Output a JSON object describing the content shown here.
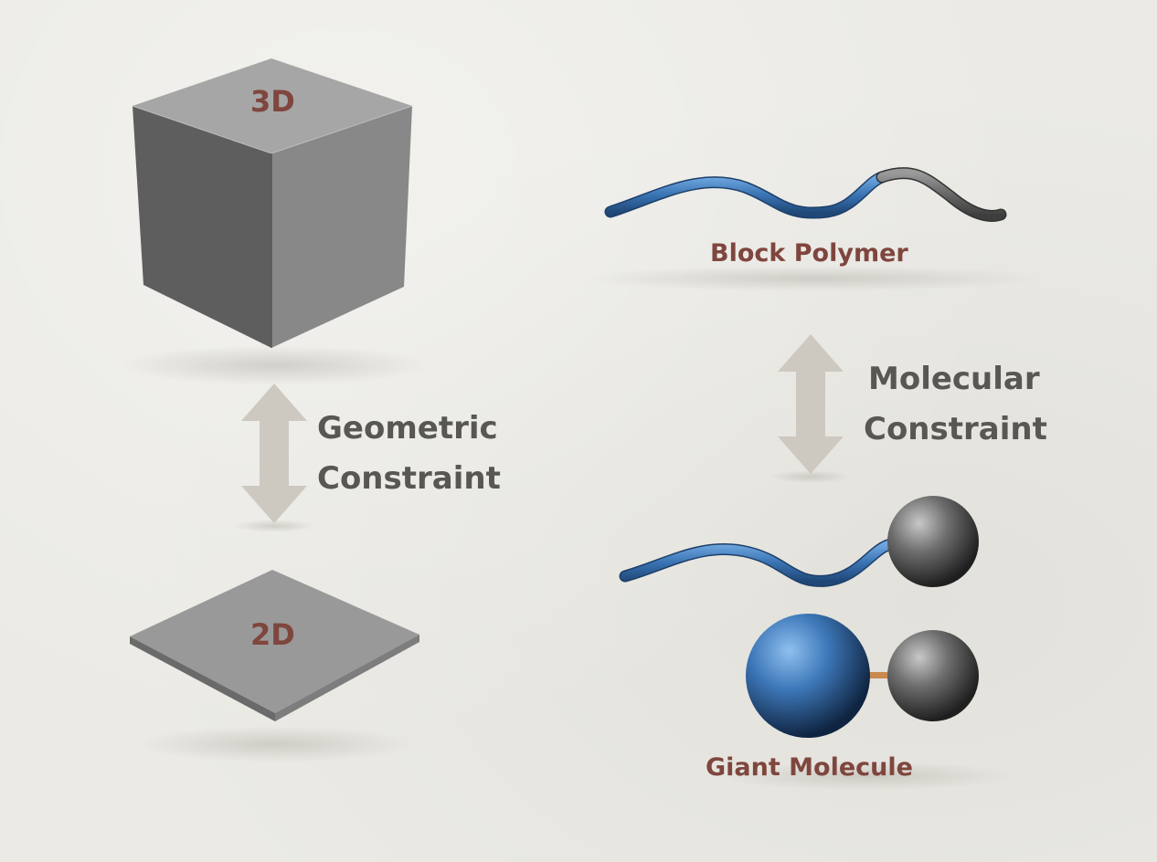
{
  "labels": {
    "cube": "3D",
    "plate": "2D",
    "geometric": [
      "Geometric",
      "Constraint"
    ],
    "molecular": [
      "Molecular",
      "Constraint"
    ],
    "block_polymer": "Block Polymer",
    "giant_molecule": "Giant Molecule"
  },
  "colors": {
    "label_brown": "#7f463e",
    "label_gray": "#585751",
    "polymer_blue": "#3e78b6",
    "polymer_gray": "#6b6b6b",
    "arrow_gray": "#cdc9c1",
    "linker_orange": "#c98a4e"
  }
}
